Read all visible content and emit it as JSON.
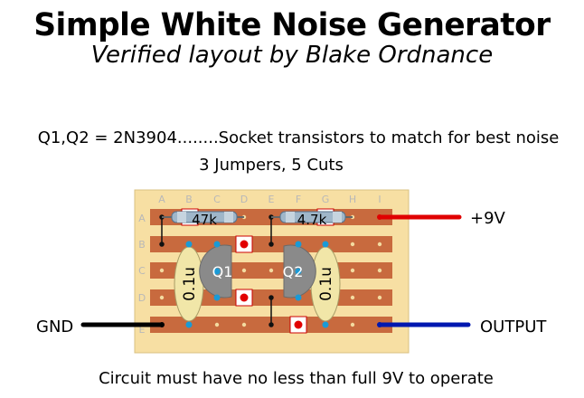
{
  "title": "Simple White Noise Generator",
  "subtitle": "Verified layout by Blake Ordnance",
  "notes": {
    "transistors": "Q1,Q2 = 2N3904........Socket transistors to match for best noise",
    "jumpers_cuts": "3 Jumpers, 5 Cuts",
    "footer": "Circuit must have no less than full 9V to operate"
  },
  "board": {
    "columns": [
      "A",
      "B",
      "C",
      "D",
      "E",
      "F",
      "G",
      "H",
      "I"
    ],
    "rows": [
      "A",
      "B",
      "C",
      "D",
      "E"
    ]
  },
  "components": {
    "resistor_1": "47k",
    "resistor_2": "4.7k",
    "transistor_1": "Q1",
    "transistor_2": "Q2",
    "cap_1": "0.1u",
    "cap_2": "0.1u"
  },
  "wires": {
    "power": "+9V",
    "ground": "GND",
    "output": "OUTPUT"
  },
  "colors": {
    "board": "#f7dfa3",
    "strip": "#c86a3e",
    "cut": "#e20000",
    "power_wire": "#e00000",
    "ground_wire": "#000000",
    "output_wire": "#0018b0",
    "transistor": "#8a8a8a",
    "capacitor": "#f1e6a8",
    "lead_dot": "#1a9ad6"
  }
}
